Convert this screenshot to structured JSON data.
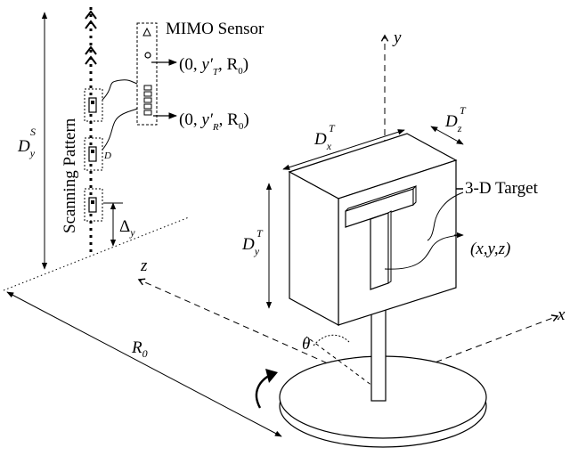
{
  "labels": {
    "mimo_sensor": "MIMO Sensor",
    "tx_coord_open": "(0, ",
    "tx_coord_var": "y′",
    "tx_coord_sub": "T",
    "tx_coord_close": ", R",
    "tx_coord_zero": "0",
    "tx_coord_paren": ")",
    "rx_coord_open": "(0, ",
    "rx_coord_var": "y′",
    "rx_coord_sub": "R",
    "rx_coord_close": ", R",
    "rx_coord_zero": "0",
    "rx_coord_paren": ")",
    "scanning_pattern": "Scanning Pattern",
    "dys_main": "D",
    "dys_sub": "y",
    "dys_sup": "S",
    "delta_main": "Δ",
    "delta_sub": "y",
    "target_label": "3-D Target",
    "target_point": "(x,y,z)",
    "dxt_main": "D",
    "dxt_sub": "x",
    "dxt_sup": "T",
    "dzt_main": "D",
    "dzt_sub": "z",
    "dzt_sup": "T",
    "dyt_main": "D",
    "dyt_sub": "y",
    "dyt_sup": "T",
    "axis_y": "y",
    "axis_x": "x",
    "axis_z": "z",
    "range_main": "R",
    "range_sub": "0",
    "theta": "θ",
    "letter_on_target": "T"
  }
}
